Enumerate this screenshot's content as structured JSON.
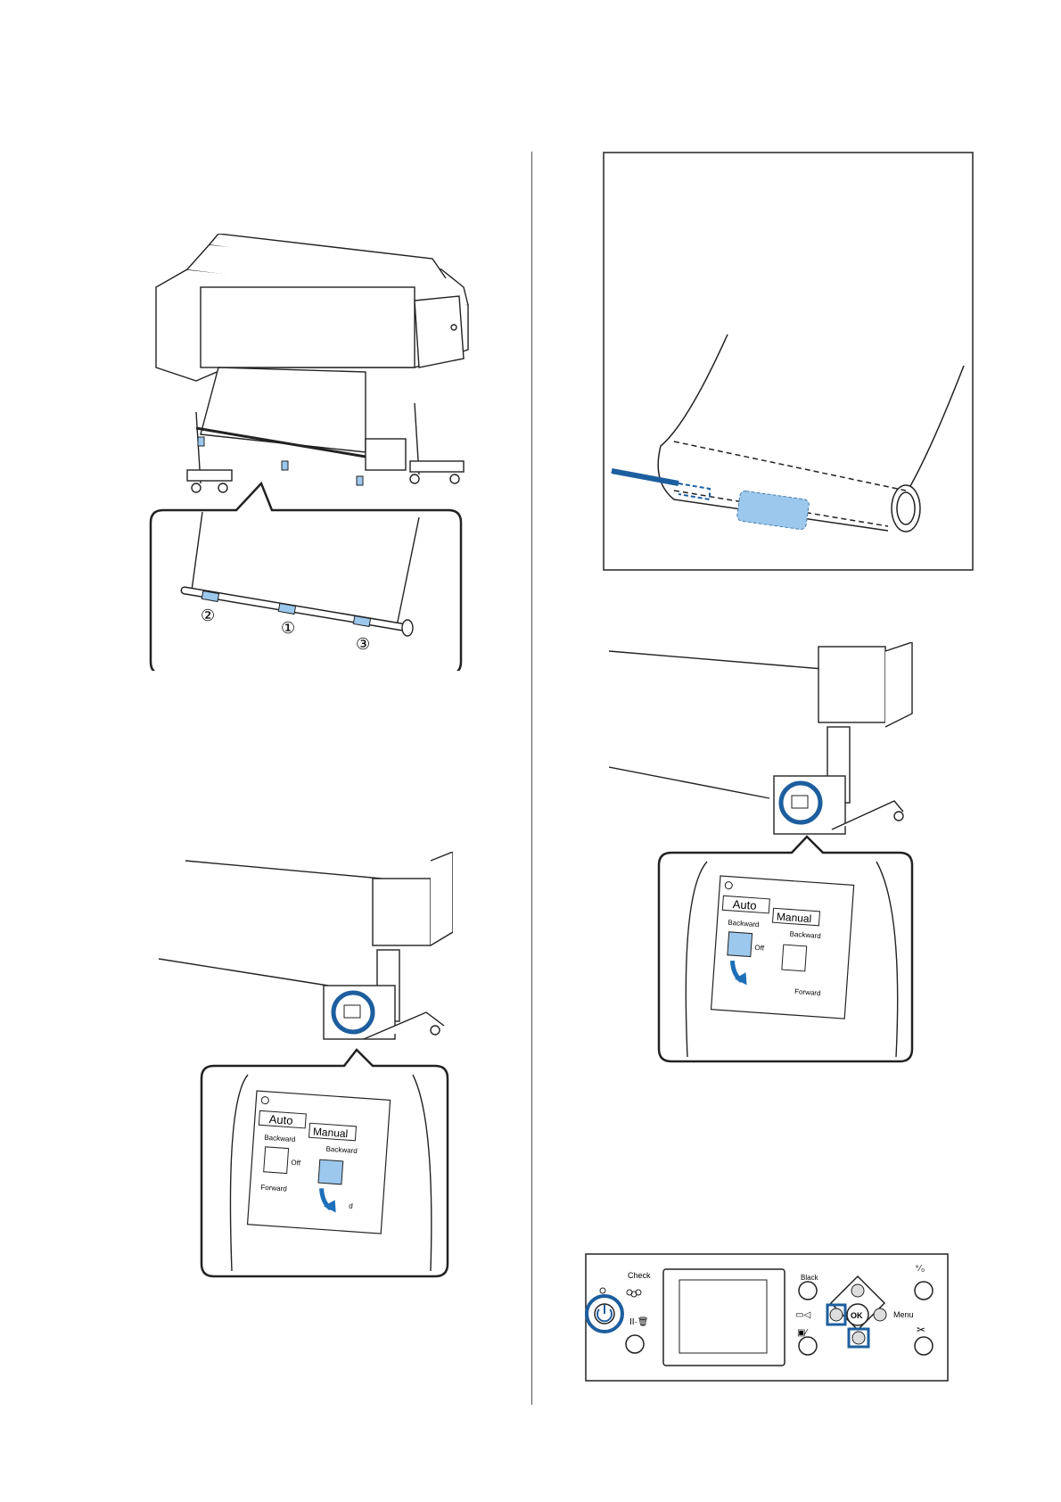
{
  "callout_numbers": [
    "②",
    "①",
    "③"
  ],
  "switch_panel_left": {
    "auto": "Auto",
    "manual": "Manual",
    "backward": "Backward",
    "backward_manual": "Backward",
    "off": "Off",
    "forward": "Forward",
    "forward_manual": "d"
  },
  "switch_panel_right": {
    "auto": "Auto",
    "manual": "Manual",
    "backward": "Backward",
    "backward_manual": "Backward",
    "off": "Off",
    "forward_manual": "Forward"
  },
  "control_panel": {
    "check": "Check",
    "black": "Black",
    "ok": "OK",
    "menu": "Menu"
  },
  "colors": {
    "highlight": "#9cc8ee",
    "circle": "#1d5e9e",
    "arrow": "#1d6fb8"
  }
}
